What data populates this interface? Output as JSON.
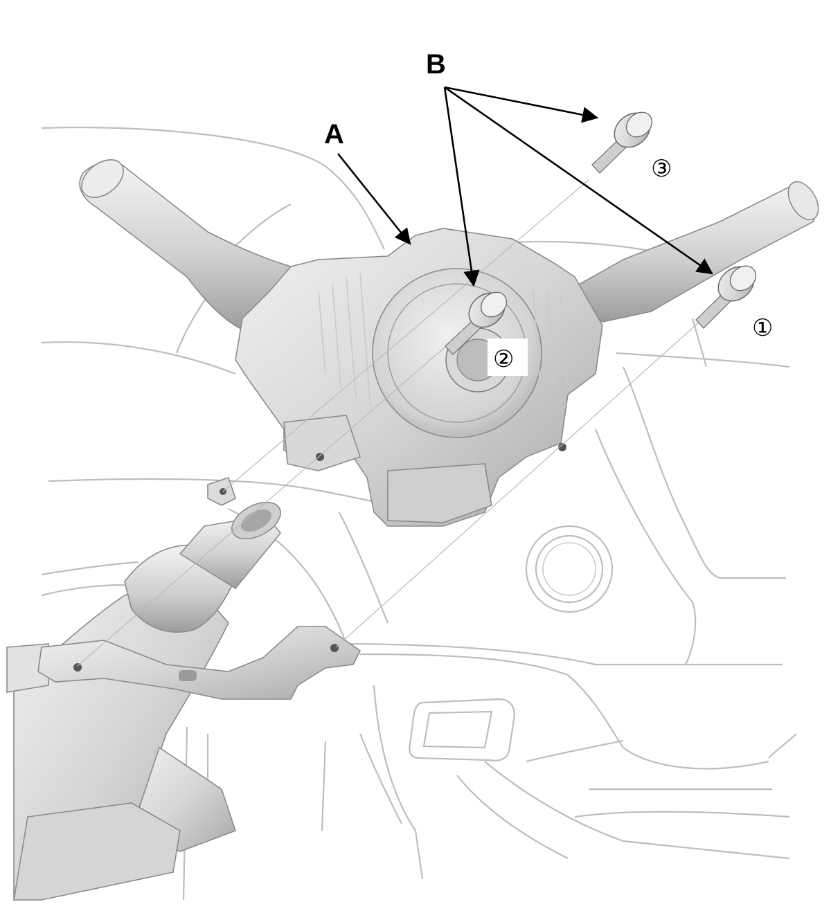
{
  "callouts": {
    "a": "A",
    "b": "B"
  },
  "bolts": [
    {
      "number": "①"
    },
    {
      "number": "②"
    },
    {
      "number": "③"
    }
  ]
}
